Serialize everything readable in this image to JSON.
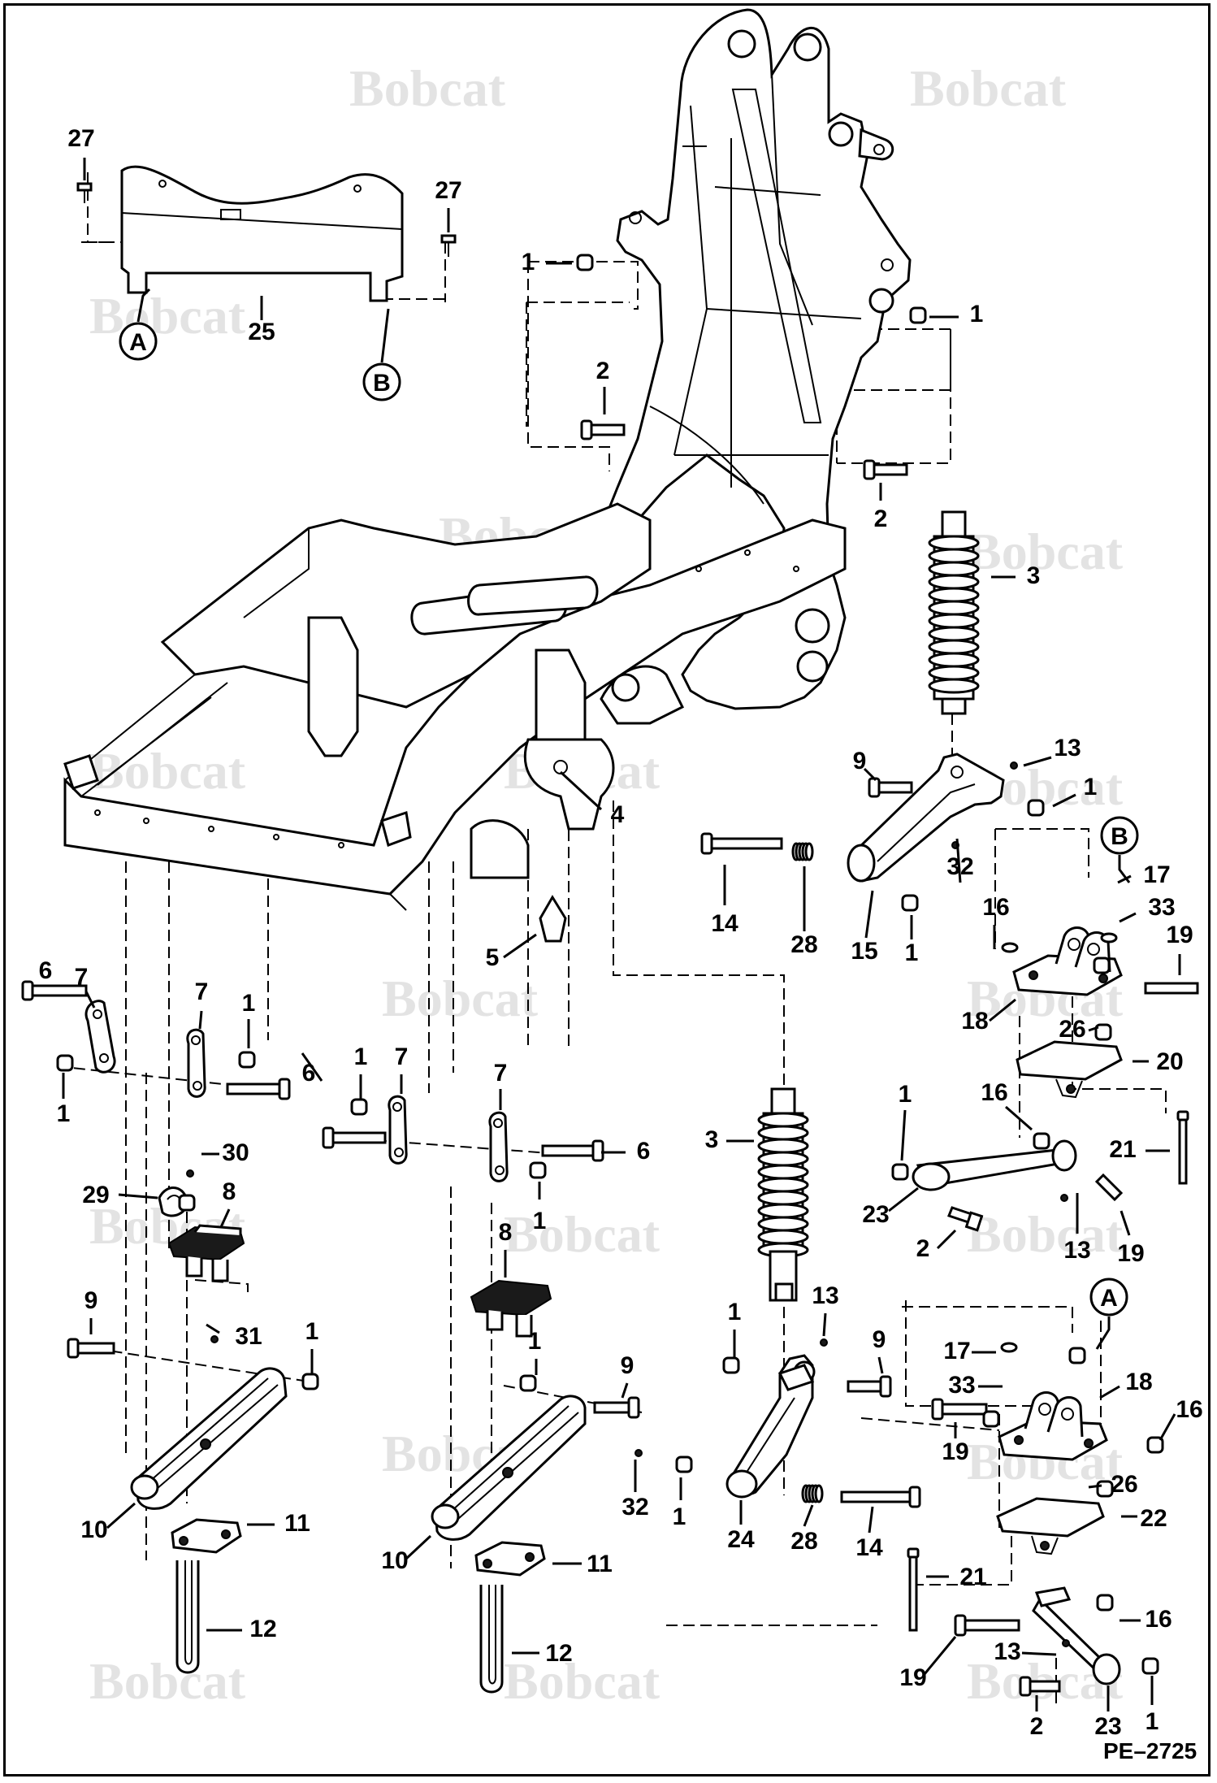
{
  "watermark": {
    "text": "Bobcat"
  },
  "drawing_code": "PE–2725",
  "callouts": [
    {
      "id": "c01",
      "text": "27"
    },
    {
      "id": "c02",
      "text": "27"
    },
    {
      "id": "c03",
      "text": "25"
    },
    {
      "id": "c04",
      "text": "1"
    },
    {
      "id": "c05",
      "text": "1"
    },
    {
      "id": "c06",
      "text": "2"
    },
    {
      "id": "c07",
      "text": "2"
    },
    {
      "id": "c08",
      "text": "3"
    },
    {
      "id": "c09",
      "text": "4"
    },
    {
      "id": "c10",
      "text": "5"
    },
    {
      "id": "c11",
      "text": "9"
    },
    {
      "id": "c12",
      "text": "13"
    },
    {
      "id": "c13",
      "text": "1"
    },
    {
      "id": "c14",
      "text": "17"
    },
    {
      "id": "c15",
      "text": "33"
    },
    {
      "id": "c16",
      "text": "32"
    },
    {
      "id": "c17",
      "text": "16"
    },
    {
      "id": "c18",
      "text": "19"
    },
    {
      "id": "c19",
      "text": "14"
    },
    {
      "id": "c20",
      "text": "28"
    },
    {
      "id": "c21",
      "text": "15"
    },
    {
      "id": "c22",
      "text": "1"
    },
    {
      "id": "c23",
      "text": "18"
    },
    {
      "id": "c24",
      "text": "26"
    },
    {
      "id": "c25",
      "text": "20"
    },
    {
      "id": "c26",
      "text": "6"
    },
    {
      "id": "c27",
      "text": "7"
    },
    {
      "id": "c28",
      "text": "7"
    },
    {
      "id": "c29",
      "text": "1"
    },
    {
      "id": "c30",
      "text": "1"
    },
    {
      "id": "c31",
      "text": "6"
    },
    {
      "id": "c32",
      "text": "1"
    },
    {
      "id": "c33",
      "text": "7"
    },
    {
      "id": "c34",
      "text": "7"
    },
    {
      "id": "c35",
      "text": "6"
    },
    {
      "id": "c36",
      "text": "1"
    },
    {
      "id": "c37",
      "text": "30"
    },
    {
      "id": "c38",
      "text": "29"
    },
    {
      "id": "c39",
      "text": "8"
    },
    {
      "id": "c40",
      "text": "3"
    },
    {
      "id": "c41",
      "text": "16"
    },
    {
      "id": "c42",
      "text": "1"
    },
    {
      "id": "c43",
      "text": "21"
    },
    {
      "id": "c44",
      "text": "23"
    },
    {
      "id": "c45",
      "text": "2"
    },
    {
      "id": "c46",
      "text": "13"
    },
    {
      "id": "c47",
      "text": "19"
    },
    {
      "id": "c48",
      "text": "8"
    },
    {
      "id": "c49",
      "text": "31"
    },
    {
      "id": "c50",
      "text": "9"
    },
    {
      "id": "c51",
      "text": "1"
    },
    {
      "id": "c52",
      "text": "1"
    },
    {
      "id": "c53",
      "text": "9"
    },
    {
      "id": "c54",
      "text": "13"
    },
    {
      "id": "c55",
      "text": "1"
    },
    {
      "id": "c56",
      "text": "9"
    },
    {
      "id": "c57",
      "text": "17"
    },
    {
      "id": "c58",
      "text": "33"
    },
    {
      "id": "c59",
      "text": "18"
    },
    {
      "id": "c60",
      "text": "16"
    },
    {
      "id": "c61",
      "text": "19"
    },
    {
      "id": "c62",
      "text": "26"
    },
    {
      "id": "c63",
      "text": "22"
    },
    {
      "id": "c64",
      "text": "10"
    },
    {
      "id": "c65",
      "text": "11"
    },
    {
      "id": "c66",
      "text": "12"
    },
    {
      "id": "c67",
      "text": "10"
    },
    {
      "id": "c68",
      "text": "11"
    },
    {
      "id": "c69",
      "text": "12"
    },
    {
      "id": "c70",
      "text": "32"
    },
    {
      "id": "c71",
      "text": "1"
    },
    {
      "id": "c72",
      "text": "24"
    },
    {
      "id": "c73",
      "text": "28"
    },
    {
      "id": "c74",
      "text": "14"
    },
    {
      "id": "c75",
      "text": "21"
    },
    {
      "id": "c76",
      "text": "16"
    },
    {
      "id": "c77",
      "text": "19"
    },
    {
      "id": "c78",
      "text": "13"
    },
    {
      "id": "c79",
      "text": "2"
    },
    {
      "id": "c80",
      "text": "23"
    },
    {
      "id": "c81",
      "text": "1"
    }
  ],
  "references": [
    {
      "id": "r1",
      "text": "A"
    },
    {
      "id": "r2",
      "text": "B"
    },
    {
      "id": "r3",
      "text": "B"
    },
    {
      "id": "r4",
      "text": "A"
    }
  ]
}
